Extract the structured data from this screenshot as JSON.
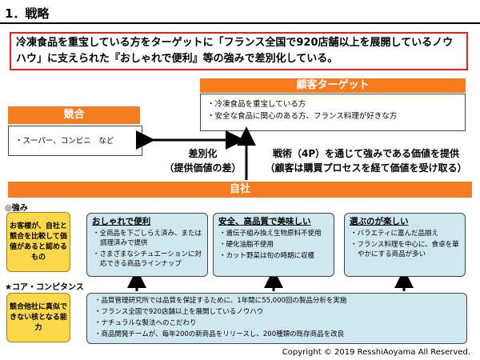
{
  "title": "1．戦略",
  "summary": "冷凍食品を重宝している方をターゲットに「フランス全国で920店舗以上を展開しているノウハウ」に支えられた『おしゃれで便利』等の強みで差別化している。",
  "target": {
    "heading": "顧客ターゲット",
    "items": [
      "・冷凍食品を重宝している方",
      "・安全な食品に関心のある方、フランス料理が好きな方"
    ]
  },
  "competition": {
    "heading": "競合",
    "text": "・スーパー、コンビニ　など"
  },
  "differentiation": {
    "line1": "差別化",
    "line2": "（提供価値の差）"
  },
  "tactics": {
    "line1": "戦術（4P）を通じて強みである価値を提供",
    "line2": "（顧客は購買プロセスを経て価値を受け取る）"
  },
  "company": {
    "heading": "自社"
  },
  "strengths": {
    "label": "◎強み",
    "note": "お客様が、自社と競合を比較して価値があると認めるもの",
    "boxes": [
      {
        "heading": "おしゃれで便利",
        "items": [
          "・全商品を下ごしらえ済み、または調理済みで提供",
          "・さまざまなシチュエーションに対応できる商品ラインナップ"
        ]
      },
      {
        "heading": "安全、高品質で美味しい",
        "items": [
          "・遺伝子組み換え生物原料不使用",
          "・硬化油脂不使用",
          "・カット野菜は旬の時期に収穫"
        ]
      },
      {
        "heading": "選ぶのが楽しい",
        "items": [
          "・バラエティに富んだ品揃え",
          "・フランス料理を中心に、食卓を華やかにする商品が多い"
        ]
      }
    ]
  },
  "core": {
    "label": "★コア・コンピタンス",
    "note": "競合他社に真似できない核となる能力",
    "items": [
      "・品質管理研究所では品質を保証するために、1年間に55,000回の製品分析を実施",
      "・フランス全国で920店舗以上を展開しているノウハウ",
      "・ナチュラルな製法へのこだわり",
      "・商品開発チームが、毎年200の新商品をリリースし、200種類の既存商品を改良"
    ]
  },
  "copyright": "Copyright ©  2019 ResshiAoyama All  Reserved.",
  "colors": {
    "accent": "#f57c20",
    "summary_border": "#e02020",
    "strength_fill": "#cfe8f0",
    "note_fill": "#fcd84a"
  }
}
